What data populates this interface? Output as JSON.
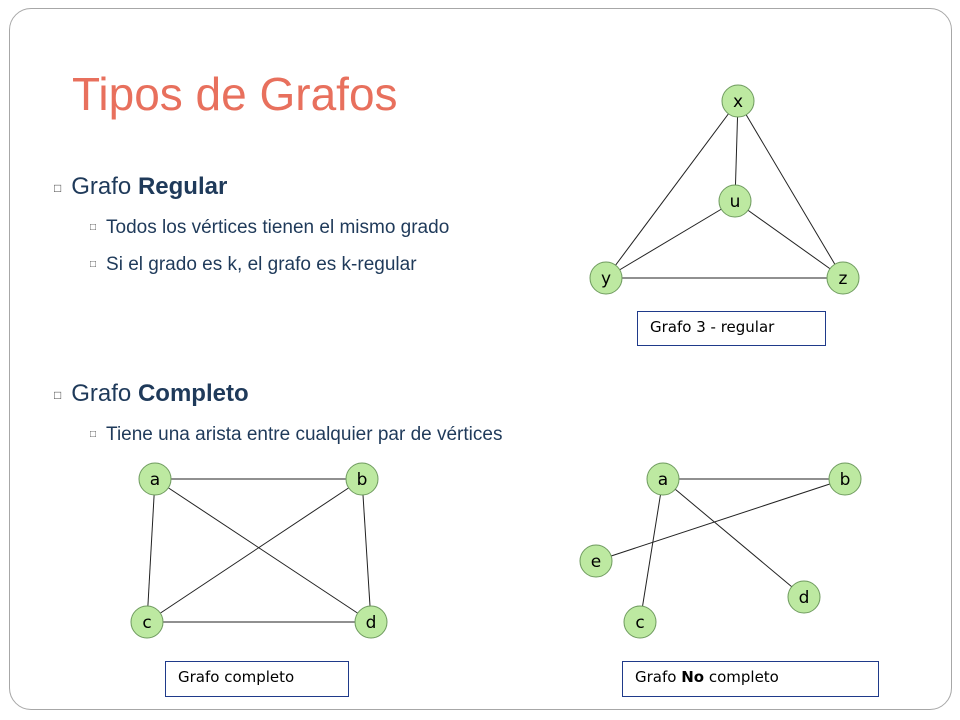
{
  "title": "Tipos de Grafos",
  "colors": {
    "title": "#e8705d",
    "text": "#1f3a5a",
    "node_fill": "#bde9a1",
    "node_stroke": "#6f9b5f",
    "caption_border": "#1f3a8a"
  },
  "bullet_icon": "bullet-square-icon",
  "sections": [
    {
      "heading_prefix": "Grafo ",
      "heading_bold": "Regular",
      "items": [
        "Todos los vértices tienen el mismo grado",
        "Si el grado es k, el grafo es k-regular"
      ]
    },
    {
      "heading_prefix": "Grafo ",
      "heading_bold": "Completo",
      "items": [
        "Tiene una arista entre cualquier par de vértices"
      ]
    }
  ],
  "captions": {
    "regular": "Grafo 3 - regular",
    "complete": "Grafo completo",
    "incomplete_prefix": "Grafo ",
    "incomplete_bold": "No",
    "incomplete_suffix": " completo"
  },
  "graphs": [
    {
      "id": "regular",
      "nodes": [
        "x",
        "u",
        "y",
        "z"
      ],
      "edges": [
        [
          "x",
          "u"
        ],
        [
          "x",
          "y"
        ],
        [
          "x",
          "z"
        ],
        [
          "u",
          "y"
        ],
        [
          "u",
          "z"
        ],
        [
          "y",
          "z"
        ]
      ]
    },
    {
      "id": "complete",
      "nodes": [
        "a",
        "b",
        "c",
        "d"
      ],
      "edges": [
        [
          "a",
          "b"
        ],
        [
          "a",
          "c"
        ],
        [
          "a",
          "d"
        ],
        [
          "b",
          "c"
        ],
        [
          "b",
          "d"
        ],
        [
          "c",
          "d"
        ]
      ]
    },
    {
      "id": "incomplete",
      "nodes": [
        "a",
        "b",
        "e",
        "d",
        "c"
      ],
      "edges": [
        [
          "a",
          "b"
        ],
        [
          "a",
          "c"
        ],
        [
          "a",
          "d"
        ],
        [
          "b",
          "e"
        ]
      ]
    }
  ]
}
